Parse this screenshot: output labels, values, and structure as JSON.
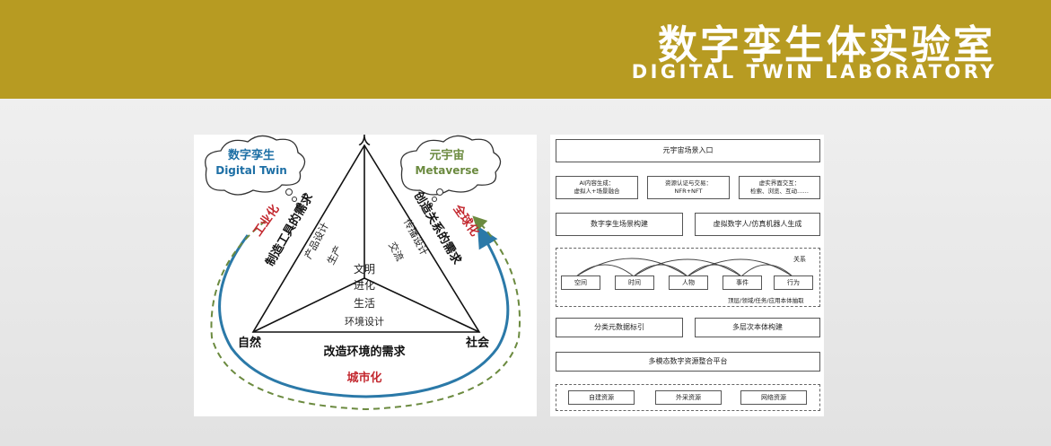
{
  "header": {
    "title": "数字孪生体实验室",
    "subtitle": "DIGITAL TWIN LABORATORY"
  },
  "left_diagram": {
    "apex_top": "人",
    "apex_left": "自然",
    "apex_right": "社会",
    "cloud_left_cn": "数字孪生",
    "cloud_left_en": "Digital Twin",
    "cloud_right_cn": "元宇宙",
    "cloud_right_en": "Metaverse",
    "left_edge_label": "制造工具的需求",
    "right_edge_label": "创造关系的需求",
    "bottom_edge_label": "改造环境的需求",
    "arc_left_label": "工业化",
    "arc_right_label": "全球化",
    "arc_bottom_label": "城市化",
    "left_inner": "产品设计",
    "left_inner_2": "生产",
    "right_inner": "传播设计",
    "right_inner_2": "交流",
    "center_1": "文明",
    "center_2": "进化",
    "center_3": "生活",
    "center_4": "环境设计"
  },
  "right_diagram": {
    "entry": "元宇宙场景入口",
    "ai_gen": "AI内容生成：\n虚拟人+场景融合",
    "auth": "资源认证与交易：\nNFR+NFT",
    "interaction": "虚实界面交互：\n检索、浏览、互动……",
    "scene_build": "数字孪生场景构建",
    "virtual_human": "虚拟数字人/仿真机器人生成",
    "relation": "关系",
    "nodes": [
      "空间",
      "时间",
      "人物",
      "事件",
      "行为"
    ],
    "ontology_note": "顶层/领域/任务/应用本体抽取",
    "metadata": "分类元数据标引",
    "multilevel": "多层次本体构建",
    "platform": "多模态数字资源整合平台",
    "sources": [
      "自建资源",
      "外采资源",
      "网络资源"
    ]
  },
  "colors": {
    "banner": "#b79b22",
    "arc_blue": "#2b79a8",
    "arc_green": "#6b8a3f",
    "accent_red": "#c3282f"
  }
}
